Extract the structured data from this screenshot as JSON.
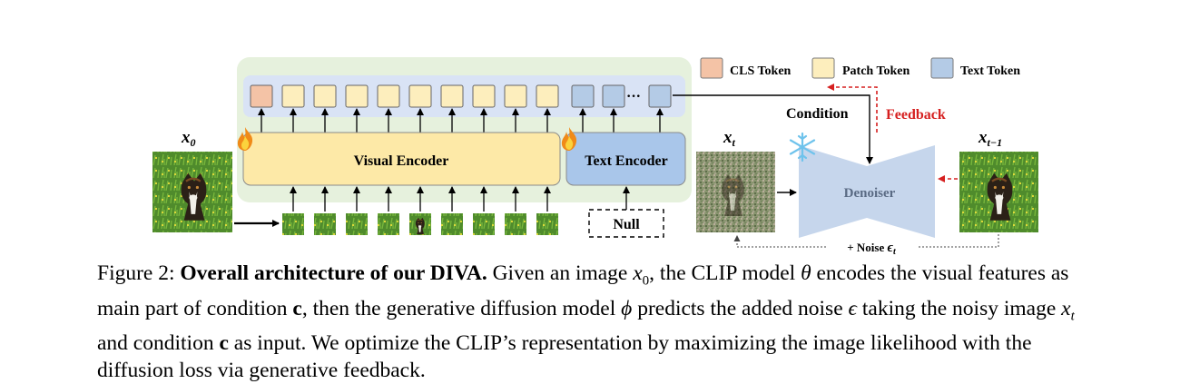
{
  "legend": {
    "cls": "CLS Token",
    "patch": "Patch Token",
    "text": "Text Token",
    "cls_color": "#f4c3a6",
    "patch_color": "#fdeebd",
    "text_color": "#b4cbe6"
  },
  "labels": {
    "x0": "x",
    "x0_sub": "0",
    "xt": "x",
    "xt_sub": "t",
    "xt1": "x",
    "xt1_sub": "t−1",
    "visual_encoder": "Visual Encoder",
    "text_encoder": "Text Encoder",
    "null": "Null",
    "condition": "Condition",
    "feedback": "Feedback",
    "denoiser": "Denoiser",
    "noise_prefix": "+ Noise ",
    "noise_sym": "ϵ",
    "noise_sub": "t",
    "dots": "···"
  },
  "colors": {
    "outer_panel": "#e6f1dd",
    "token_band": "#d9e3f5",
    "visual_encoder": "#fde9a7",
    "text_encoder": "#a9c6ea",
    "denoiser": "#c6d6ec",
    "feedback": "#d62020",
    "flame": "#f08a18",
    "snowflake": "#6fc3ec"
  },
  "caption": {
    "prefix": "Figure 2: ",
    "title": "Overall architecture of our DIVA.",
    "part1": " Given an image ",
    "x0": "x",
    "x0_sub": "0",
    "part2": ", the CLIP model ",
    "theta": "θ",
    "part3": " encodes the visual features as main part of condition ",
    "c1": "c",
    "part4": ", then the generative diffusion model ",
    "phi": "ϕ",
    "part5": " predicts the added noise ",
    "eps": "ϵ",
    "part6": " taking the noisy image ",
    "xt": "x",
    "xt_sub": "t",
    "part7": " and condition ",
    "c2": "c",
    "part8": " as input. We optimize the CLIP’s representation by maximizing the image likelihood with the diffusion loss via generative feedback."
  }
}
